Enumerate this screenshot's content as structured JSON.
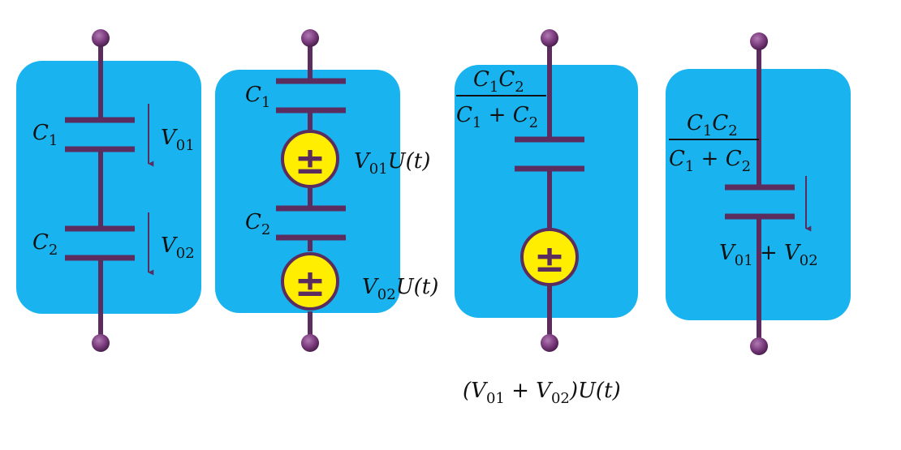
{
  "colors": {
    "panel": "#19b4ef",
    "wire": "#5b2c5e",
    "source": "#ffee00",
    "terminal": "#7b3b7e"
  },
  "symbols": {
    "plus_minus": "±"
  },
  "panel1": {
    "c1": {
      "base": "C",
      "sub": "1"
    },
    "c2": {
      "base": "C",
      "sub": "2"
    },
    "v01": {
      "base": "V",
      "sub": "01"
    },
    "v02": {
      "base": "V",
      "sub": "02"
    }
  },
  "panel2": {
    "c1": {
      "base": "C",
      "sub": "1"
    },
    "c2": {
      "base": "C",
      "sub": "2"
    },
    "src1": {
      "base": "V",
      "sub": "01",
      "tail": "U(t)"
    },
    "src2": {
      "base": "V",
      "sub": "02",
      "tail": "U(t)"
    }
  },
  "panel3": {
    "num": {
      "a": "C",
      "a_sub": "1",
      "b": "C",
      "b_sub": "2"
    },
    "den": {
      "a": "C",
      "a_sub": "1",
      "op": " + ",
      "b": "C",
      "b_sub": "2"
    },
    "src": {
      "open": "(",
      "a": "V",
      "a_sub": "01",
      "op": " + ",
      "b": "V",
      "b_sub": "02",
      "close": ")",
      "tail": "U(t)"
    }
  },
  "panel4": {
    "num": {
      "a": "C",
      "a_sub": "1",
      "b": "C",
      "b_sub": "2"
    },
    "den": {
      "a": "C",
      "a_sub": "1",
      "op": " + ",
      "b": "C",
      "b_sub": "2"
    },
    "volt": {
      "a": "V",
      "a_sub": "01",
      "op": " + ",
      "b": "V",
      "b_sub": "02"
    }
  }
}
